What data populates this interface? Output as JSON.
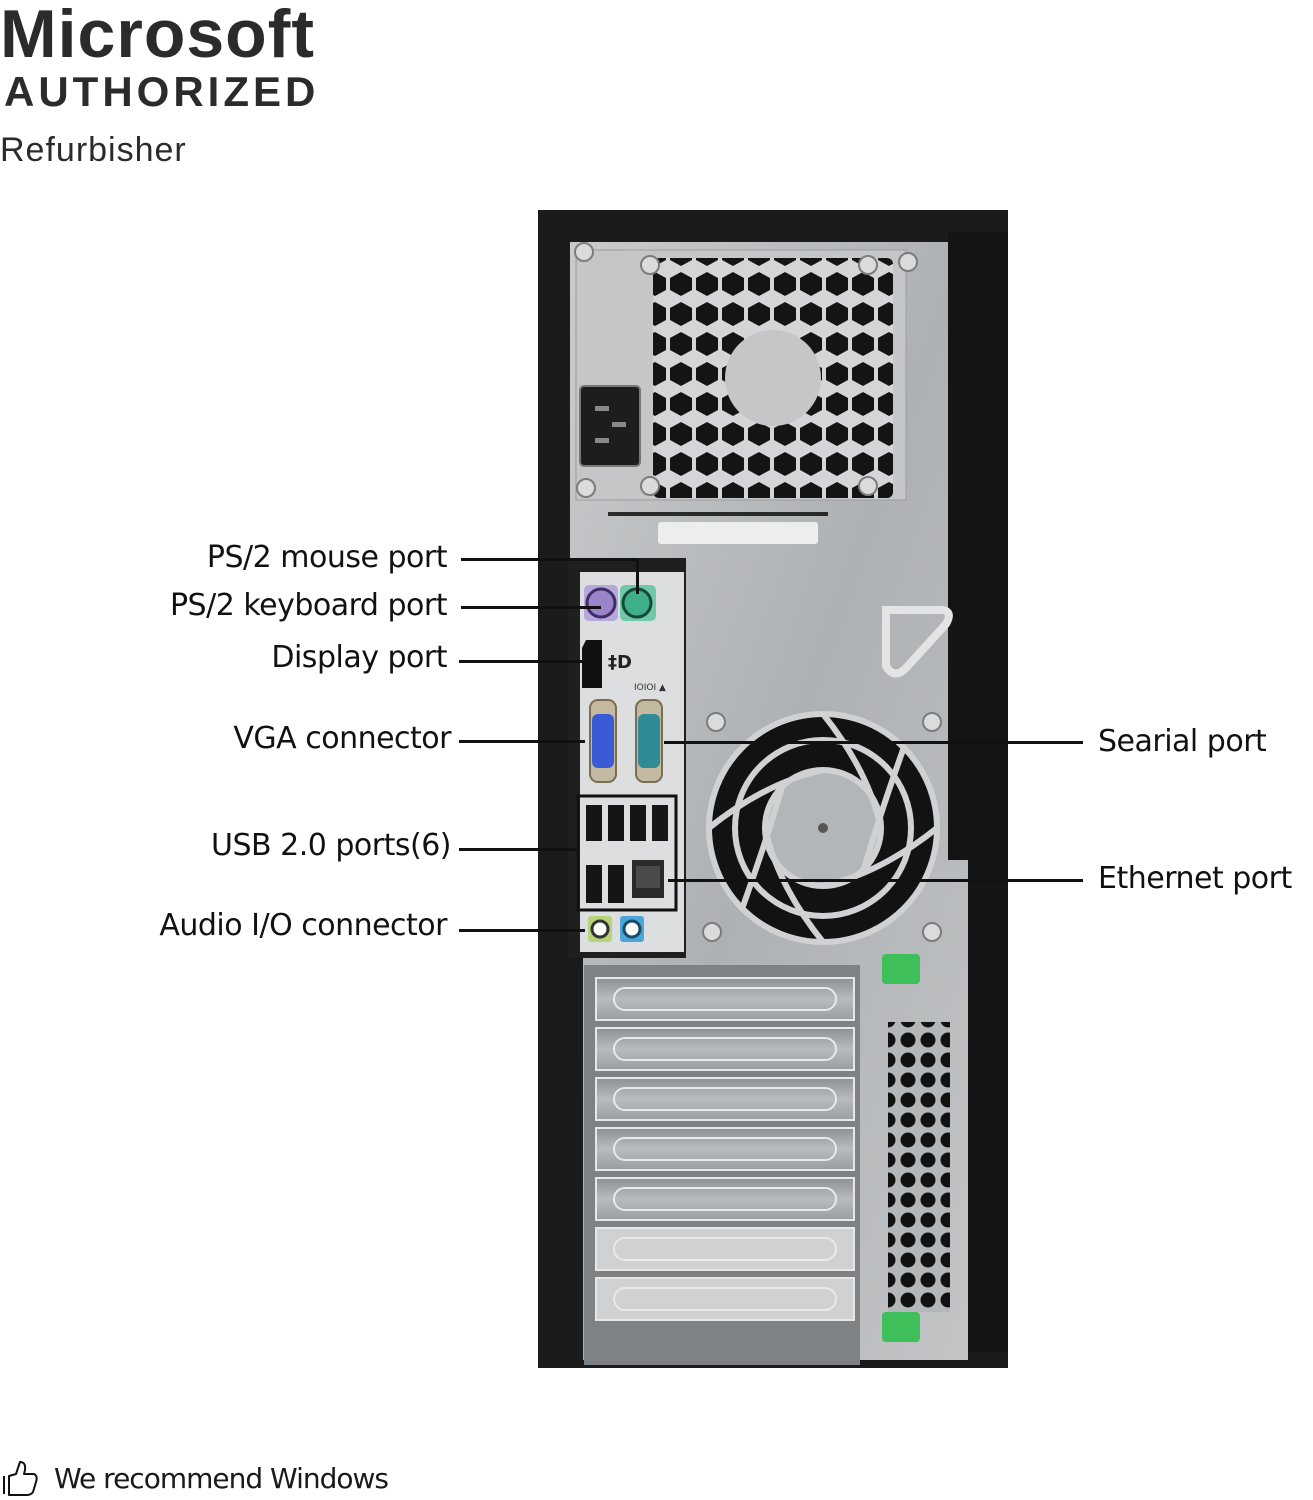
{
  "badge": {
    "brand": "Microsoft",
    "line2": "AUTHORIZED",
    "line3": "Refurbisher"
  },
  "product_image": {
    "subject": "desktop-tower-rear-panel",
    "colors": {
      "case": "#1b1b1b",
      "panel": "#b9bcbf",
      "io_shield": "#dcdedf",
      "ps2_mouse": "#3fae8a",
      "ps2_keyboard": "#9b84c9",
      "vga": "#3b5bd6",
      "serial": "#2f8b96",
      "audio_out": "#b8d27a",
      "audio_in": "#4aa5d8",
      "latch": "#3fbf5a"
    }
  },
  "callouts": {
    "left": [
      {
        "id": "ps2-mouse",
        "label": "PS/2 mouse port"
      },
      {
        "id": "ps2-keyboard",
        "label": "PS/2 keyboard port"
      },
      {
        "id": "display-port",
        "label": "Display port"
      },
      {
        "id": "vga",
        "label": "VGA connector"
      },
      {
        "id": "usb",
        "label": "USB 2.0 ports(6)"
      },
      {
        "id": "audio",
        "label": "Audio I/O connector"
      }
    ],
    "right": [
      {
        "id": "serial",
        "label": "Searial port"
      },
      {
        "id": "ethernet",
        "label": "Ethernet port"
      }
    ]
  },
  "footer": {
    "icon": "thumbs-up-icon",
    "text": "We recommend Windows"
  }
}
